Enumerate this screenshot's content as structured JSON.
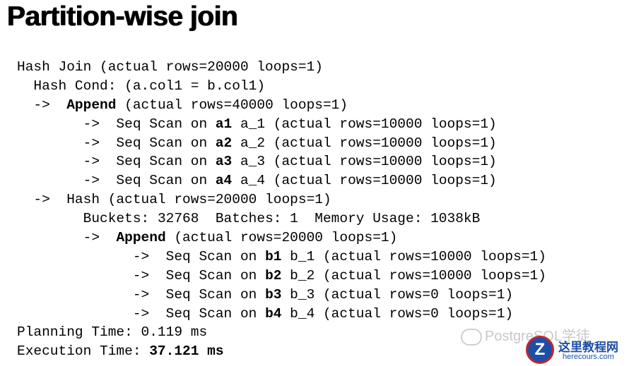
{
  "title": "Partition-wise join",
  "plan": {
    "l1": "Hash Join (actual rows=20000 loops=1)",
    "l2": "Hash Cond: (a.col1 = b.col1)",
    "l3": {
      "arrow": "->",
      "kw": "Append",
      "rest": " (actual rows=40000 loops=1)"
    },
    "a_scans": [
      {
        "pre": "->  Seq Scan on ",
        "kw": "a1",
        "rest": " a_1 (actual rows=10000 loops=1)"
      },
      {
        "pre": "->  Seq Scan on ",
        "kw": "a2",
        "rest": " a_2 (actual rows=10000 loops=1)"
      },
      {
        "pre": "->  Seq Scan on ",
        "kw": "a3",
        "rest": " a_3 (actual rows=10000 loops=1)"
      },
      {
        "pre": "->  Seq Scan on ",
        "kw": "a4",
        "rest": " a_4 (actual rows=10000 loops=1)"
      }
    ],
    "hash": "->  Hash (actual rows=20000 loops=1)",
    "buckets": "Buckets: 32768  Batches: 1  Memory Usage: 1038kB",
    "append2": {
      "arrow": "->",
      "kw": "Append",
      "rest": " (actual rows=20000 loops=1)"
    },
    "b_scans": [
      {
        "pre": "->  Seq Scan on ",
        "kw": "b1",
        "rest": " b_1 (actual rows=10000 loops=1)"
      },
      {
        "pre": "->  Seq Scan on ",
        "kw": "b2",
        "rest": " b_2 (actual rows=10000 loops=1)"
      },
      {
        "pre": "->  Seq Scan on ",
        "kw": "b3",
        "rest": " b_3 (actual rows=0 loops=1)"
      },
      {
        "pre": "->  Seq Scan on ",
        "kw": "b4",
        "rest": " b_4 (actual rows=0 loops=1)"
      }
    ],
    "planning": "Planning Time: 0.119 ms",
    "execution_label": "Execution Time: ",
    "execution_value": "37.121 ms"
  },
  "watermark": "PostgreSQL学徒",
  "logo": {
    "title": "这里教程网",
    "url": "herecours.com",
    "mark": "Z"
  }
}
